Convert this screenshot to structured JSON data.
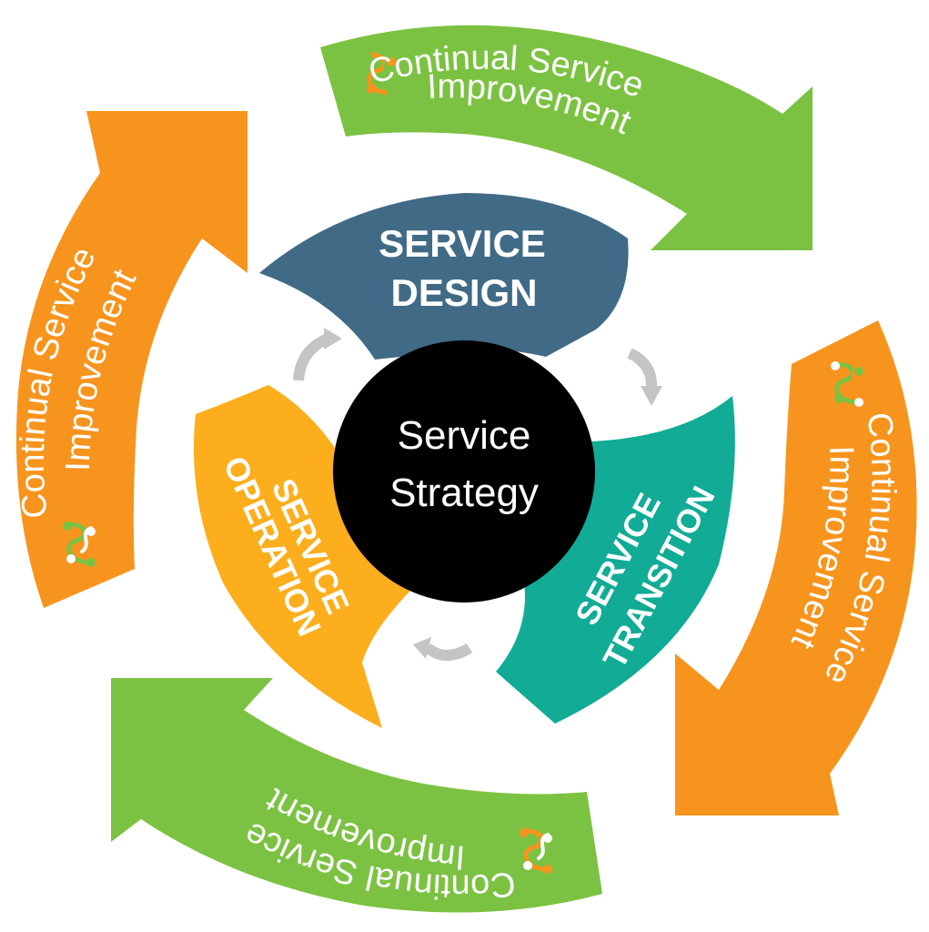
{
  "diagram": {
    "center": {
      "line1": "Service",
      "line2": "Strategy",
      "color": "#000000"
    },
    "blades": {
      "design": {
        "line1": "SERVICE",
        "line2": "DESIGN",
        "color": "#416a86"
      },
      "transition": {
        "line1": "SERVICE",
        "line2": "TRANSITION",
        "color": "#11ab96"
      },
      "operation": {
        "line1": "SERVICE",
        "line2": "OPERATION",
        "color": "#fcae1c"
      }
    },
    "outer_arrows": {
      "top": {
        "line1": "Continual Service",
        "line2": "Improvement",
        "color": "#7cc242"
      },
      "right": {
        "line1": "Continual Service",
        "line2": "Improvement",
        "color": "#f7941d"
      },
      "bottom": {
        "line1": "Continual Service",
        "line2": "Improvement",
        "color": "#7cc242"
      },
      "left": {
        "line1": "Continual Service",
        "line2": "Improvement",
        "color": "#f7941d"
      }
    },
    "small_arrow_color": "#c4c4c4"
  }
}
